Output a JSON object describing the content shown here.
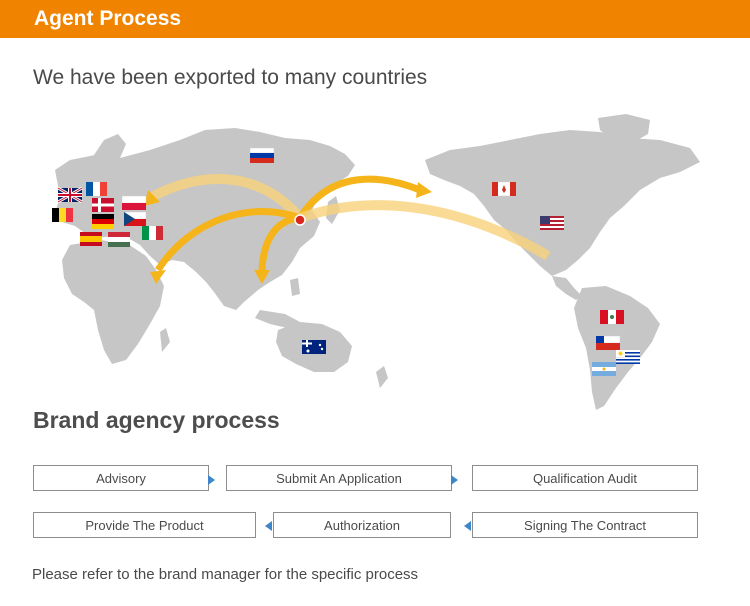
{
  "header": {
    "title": "Agent Process"
  },
  "export_section": {
    "title": "We have been exported to many countries"
  },
  "process_section": {
    "title": "Brand agency process",
    "steps_row1": [
      "Advisory",
      "Submit An Application",
      "Qualification Audit"
    ],
    "steps_row2": [
      "Provide The Product",
      "Authorization",
      "Signing The Contract"
    ]
  },
  "footer": {
    "note": "Please refer to the brand manager for the specific process"
  },
  "colors": {
    "header_bg": "#f08300",
    "map_land": "#c6c6c6",
    "route_arrow": "#f5b51a",
    "step_arrow": "#3c86c9"
  },
  "map_flags": [
    "uk-flag-icon",
    "france-flag-icon",
    "denmark-flag-icon",
    "poland-flag-icon",
    "belgium-flag-icon",
    "germany-flag-icon",
    "czech-flag-icon",
    "spain-flag-icon",
    "hungary-flag-icon",
    "italy-flag-icon",
    "russia-flag-icon",
    "canada-flag-icon",
    "usa-flag-icon",
    "australia-flag-icon",
    "peru-flag-icon",
    "chile-flag-icon",
    "uruguay-flag-icon",
    "argentina-flag-icon"
  ]
}
